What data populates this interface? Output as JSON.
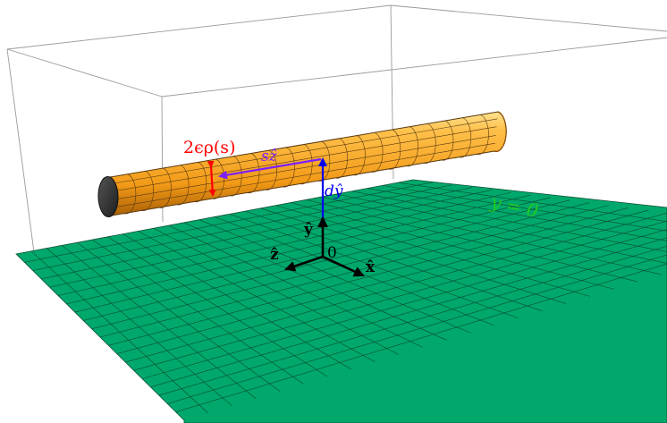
{
  "labels": {
    "diameter": "2ϵρ(s)",
    "axial": "sẑ",
    "height": "dŷ",
    "plane": "y = 0",
    "y_axis": "ŷ",
    "z_axis": "ẑ",
    "x_axis": "x̂",
    "origin": "0"
  },
  "colors": {
    "plane_fill": "#00a86b",
    "plane_grid": "#0b4d33",
    "tube_light": "#ffc04a",
    "tube_mid": "#f5a623",
    "tube_dark": "#b96a08",
    "tube_grid": "#5a3a10",
    "diameter_arrow": "#ff0000",
    "axial_arrow": "#7a1fff",
    "height_arrow": "#0000ee",
    "axis_arrows": "#000000",
    "plane_label": "#22cc22",
    "box_lines": "#9a9a9a"
  }
}
